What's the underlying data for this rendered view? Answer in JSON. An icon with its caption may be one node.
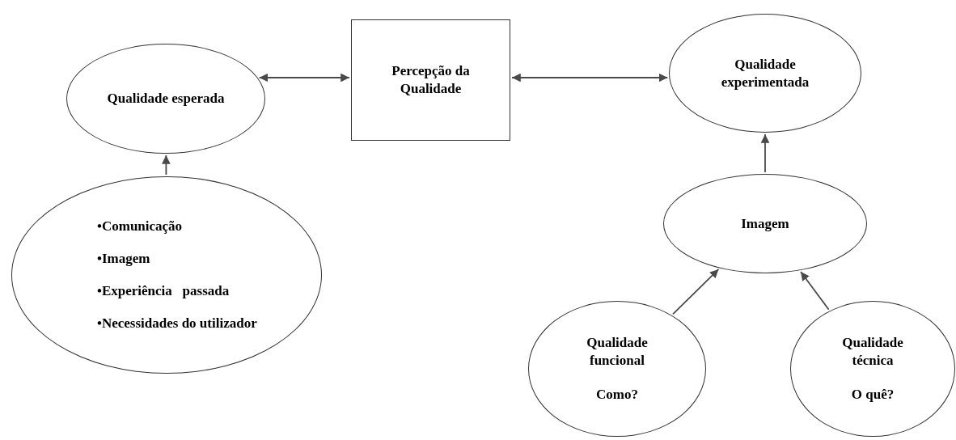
{
  "diagram": {
    "nodes": [
      {
        "text": [
          "Qualidade esperada"
        ]
      },
      {
        "text": [
          "Percepção da Qualidade"
        ]
      },
      {
        "text": [
          "Qualidade experimentada"
        ]
      },
      {
        "text": [
          "•Comunicação",
          "•Imagem",
          "•Experiência   passada",
          "•Necessidades do utilizador"
        ]
      },
      {
        "text": [
          "Imagem"
        ]
      },
      {
        "text": [
          "Qualidade funcional",
          "Como?"
        ]
      },
      {
        "text": [
          "Qualidade técnica",
          "O quê?"
        ]
      }
    ],
    "edges": [
      {
        "from": 0,
        "to": 1,
        "arrow": "both"
      },
      {
        "from": 1,
        "to": 2,
        "arrow": "both"
      },
      {
        "from": 3,
        "to": 0,
        "arrow": "to"
      },
      {
        "from": 4,
        "to": 2,
        "arrow": "to"
      },
      {
        "from": 5,
        "to": 4,
        "arrow": "to"
      },
      {
        "from": 6,
        "to": 4,
        "arrow": "to"
      }
    ]
  }
}
